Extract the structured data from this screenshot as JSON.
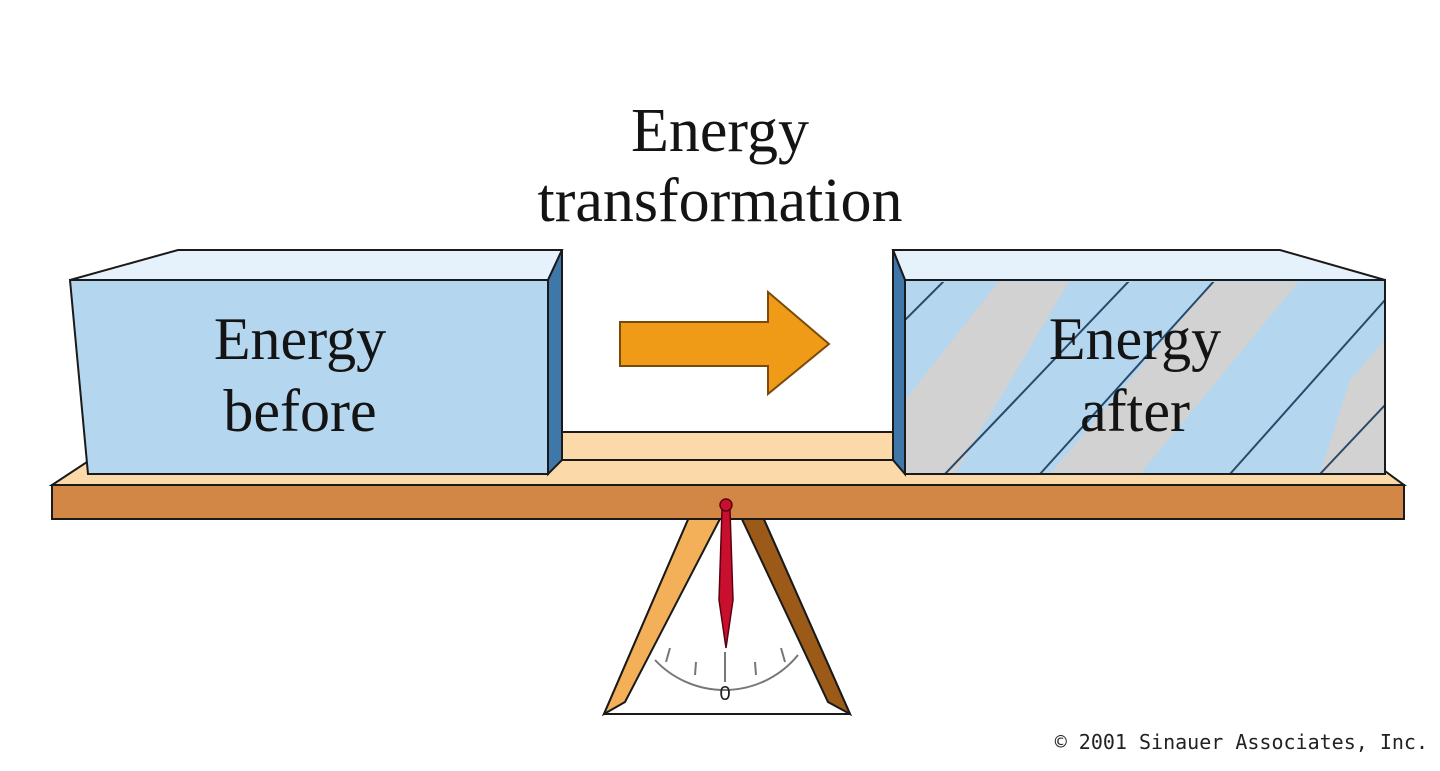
{
  "title": {
    "line1": "Energy",
    "line2": "transformation"
  },
  "before_box": {
    "line1": "Energy",
    "line2": "before"
  },
  "after_box": {
    "line1": "Energy",
    "line2": "after"
  },
  "gauge": {
    "zero_label": "0",
    "level": 0
  },
  "copyright": "© 2001 Sinauer Associates, Inc.",
  "colors": {
    "box_blue": "#b4d6ef",
    "box_gray": "#d2d2d2",
    "arrow_orange": "#f09b18",
    "plank_top": "#fbd9a8",
    "plank_front": "#d38747",
    "needle_red": "#c8102e"
  }
}
